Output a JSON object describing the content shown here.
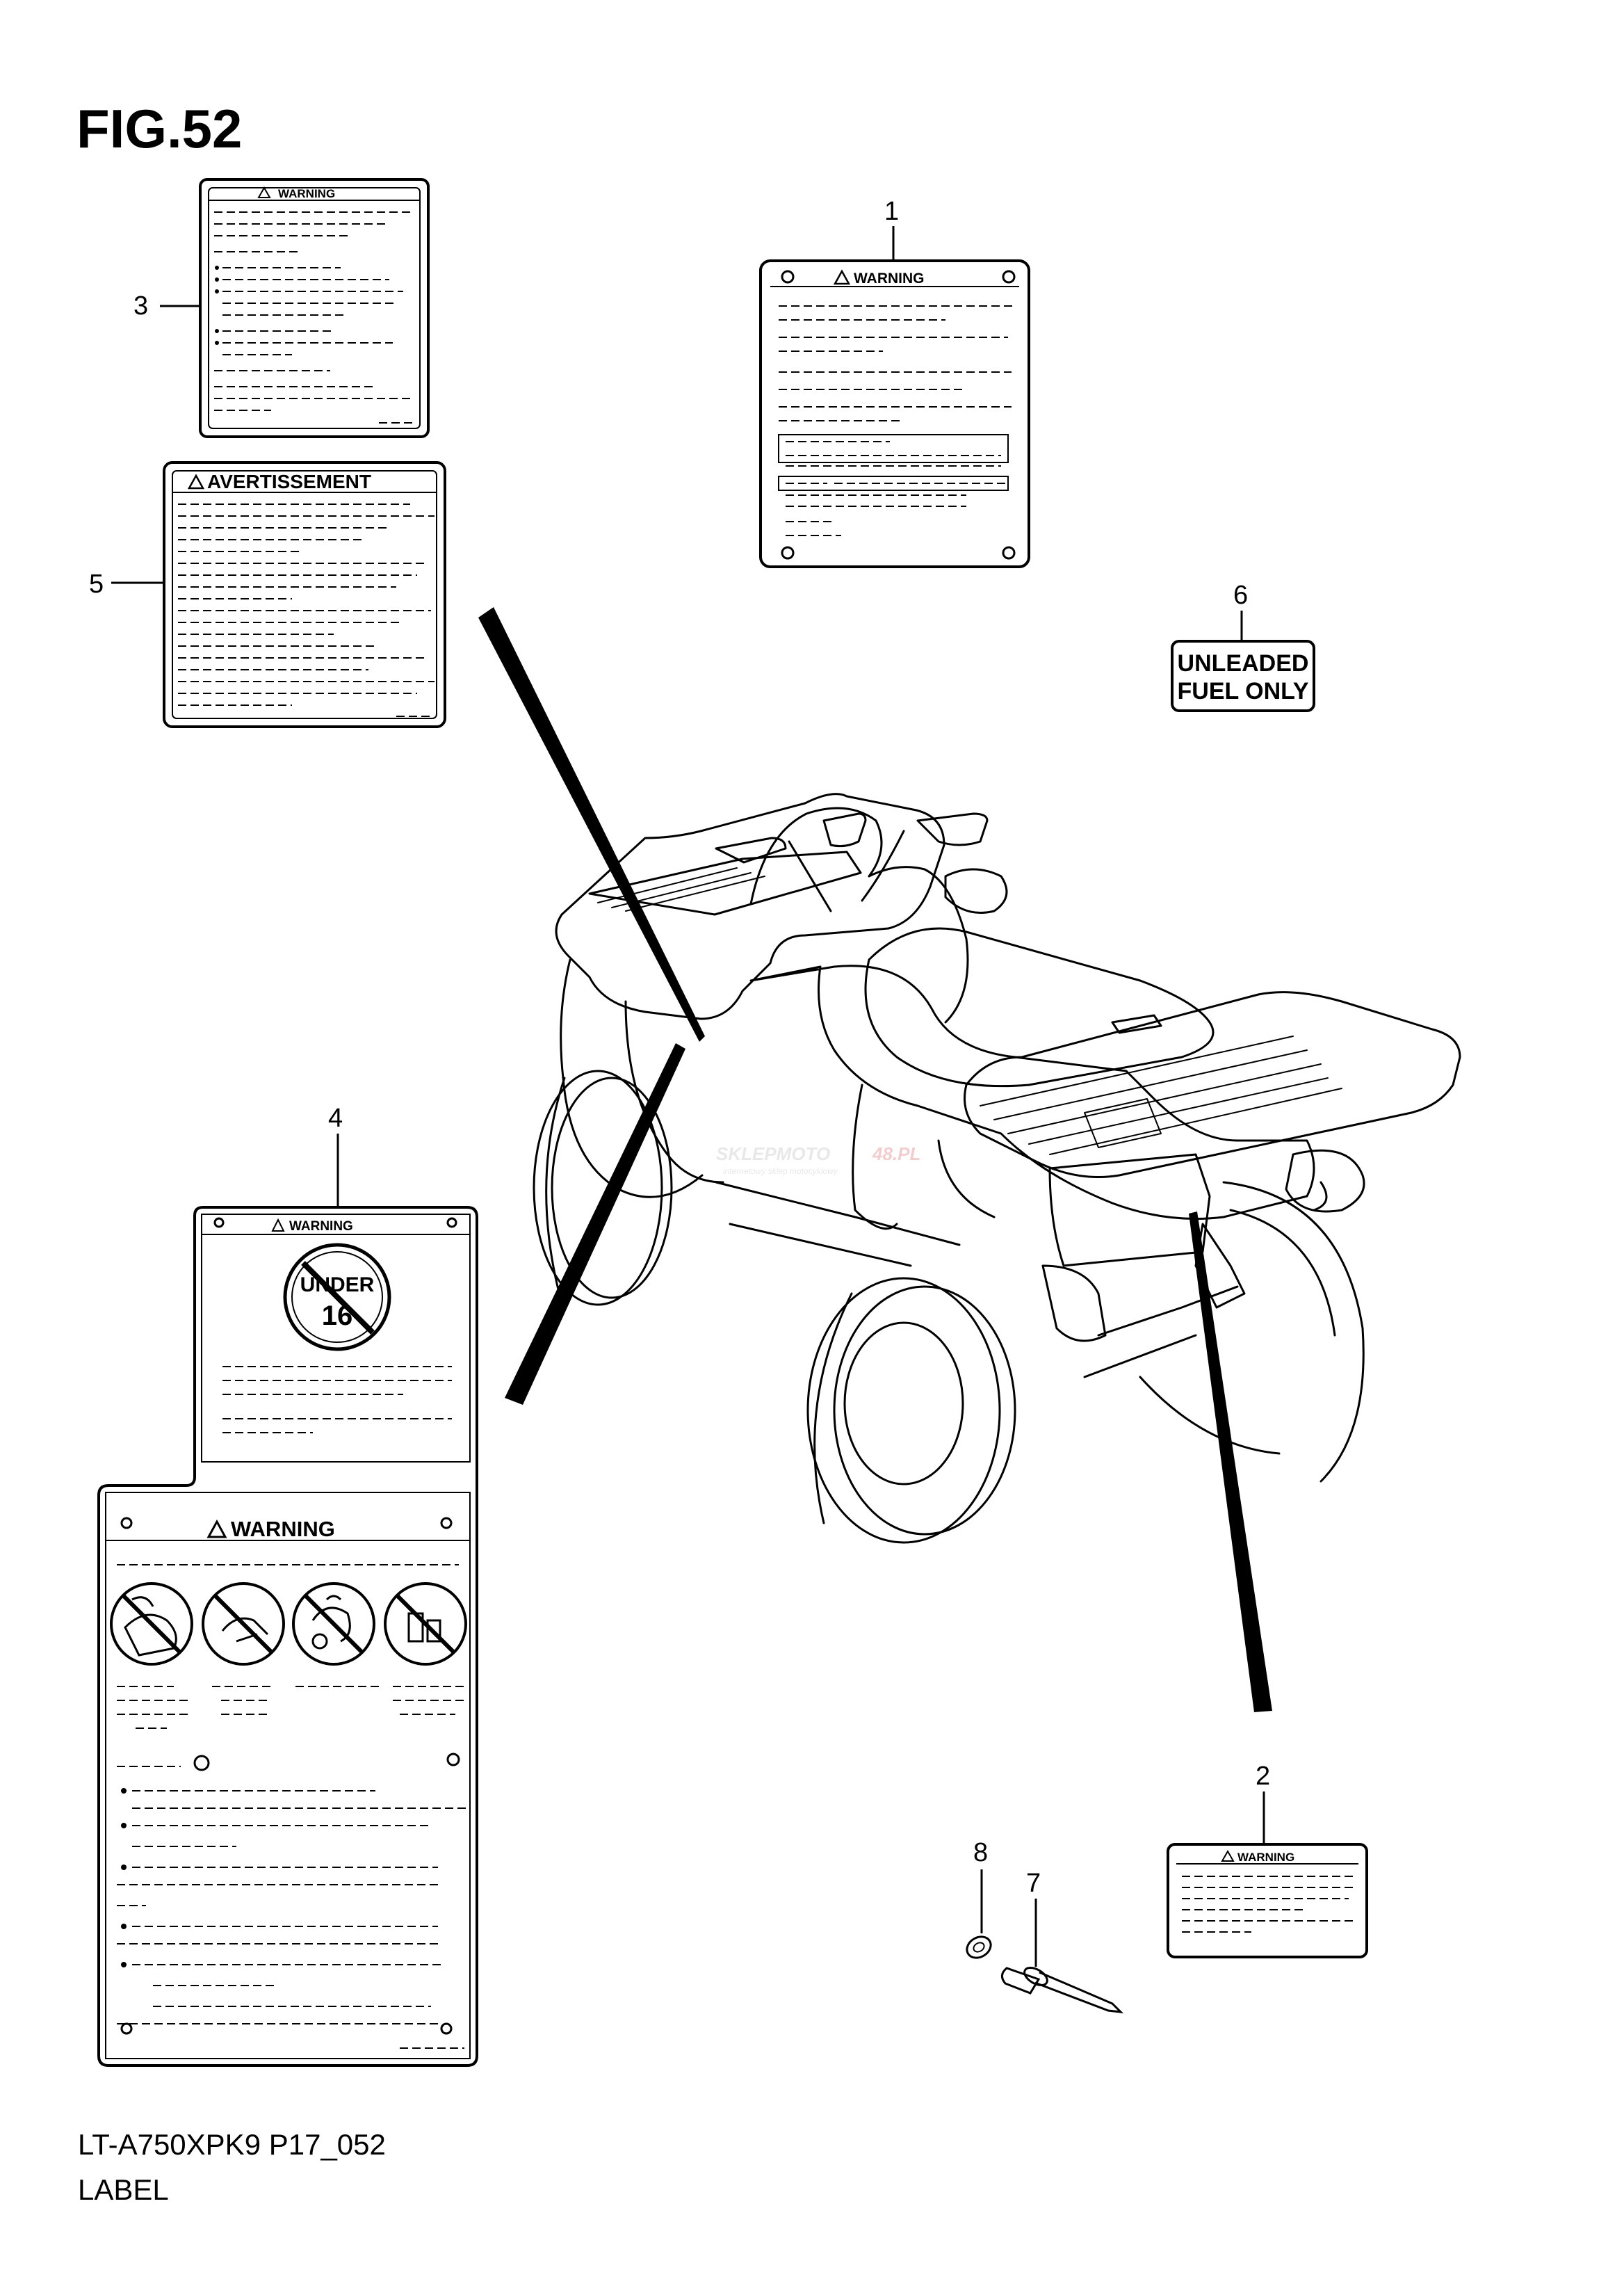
{
  "figure": {
    "title": "FIG.52"
  },
  "footer": {
    "model_code": "LT-A750XPK9 P17_052",
    "caption": "LABEL"
  },
  "callouts": [
    {
      "id": "1",
      "label": "1"
    },
    {
      "id": "2",
      "label": "2"
    },
    {
      "id": "3",
      "label": "3"
    },
    {
      "id": "4",
      "label": "4"
    },
    {
      "id": "5",
      "label": "5"
    },
    {
      "id": "6",
      "label": "6"
    },
    {
      "id": "7",
      "label": "7"
    },
    {
      "id": "8",
      "label": "8"
    }
  ],
  "labels": {
    "label_1": {
      "heading": "WARNING"
    },
    "label_2": {
      "heading": "WARNING"
    },
    "label_3": {
      "heading": "WARNING"
    },
    "label_4_top": {
      "heading": "WARNING",
      "badge_text": "UNDER",
      "badge_number": "16"
    },
    "label_4_bottom": {
      "heading": "WARNING"
    },
    "label_5": {
      "heading": "AVERTISSEMENT"
    },
    "label_6": {
      "line1": "UNLEADED",
      "line2": "FUEL ONLY"
    }
  },
  "watermark": {
    "brand": "SKLEPMOTO",
    "suffix": "48.PL",
    "tagline": "internetowy sklep motocyklowy"
  },
  "icons": [
    "warning-triangle-icon",
    "no-passenger-icon",
    "no-riding-icon",
    "no-drinking-icon",
    "no-sixteen-icon"
  ]
}
